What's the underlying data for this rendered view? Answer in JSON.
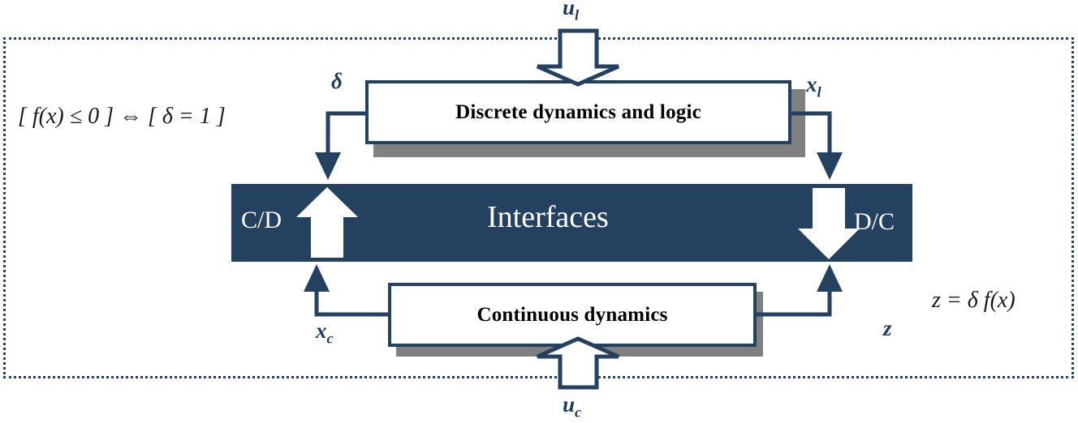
{
  "diagram": {
    "title": "Hybrid system block diagram",
    "colors": {
      "navy": "#24425f",
      "navy_dark": "#1b3a5c",
      "shadow_gray": "#808080",
      "white": "#ffffff",
      "text_black": "#000000"
    },
    "outer_boundary": {
      "style": "dotted",
      "name": "system-boundary"
    },
    "blocks": [
      {
        "id": "discrete",
        "label": "Discrete dynamics and logic"
      },
      {
        "id": "continuous",
        "label": "Continuous dynamics"
      }
    ],
    "interfaces": {
      "label": "Interfaces",
      "left_label": "C/D",
      "right_label": "D/C"
    },
    "equations": {
      "left": "[ f(x) ≤ 0 ] ⇔ [ δ = 1 ]",
      "right": "z = δ f(x)"
    },
    "signals": {
      "input_logic": {
        "base": "u",
        "sub": "l"
      },
      "input_continuous": {
        "base": "u",
        "sub": "c"
      },
      "delta": "δ",
      "state_logic": {
        "base": "x",
        "sub": "l"
      },
      "state_continuous": {
        "base": "x",
        "sub": "c"
      },
      "z": "z"
    },
    "arrows": {
      "top_input": "hollow-down-arrow",
      "bottom_input": "hollow-up-arrow",
      "cd_arrow": "white-up-arrow",
      "dc_arrow": "white-down-arrow",
      "delta_arrow": "solid-down-arrowhead",
      "xl_arrow": "solid-down-arrowhead",
      "xc_arrow": "solid-up-arrowhead",
      "z_arrow": "solid-up-arrowhead"
    }
  }
}
